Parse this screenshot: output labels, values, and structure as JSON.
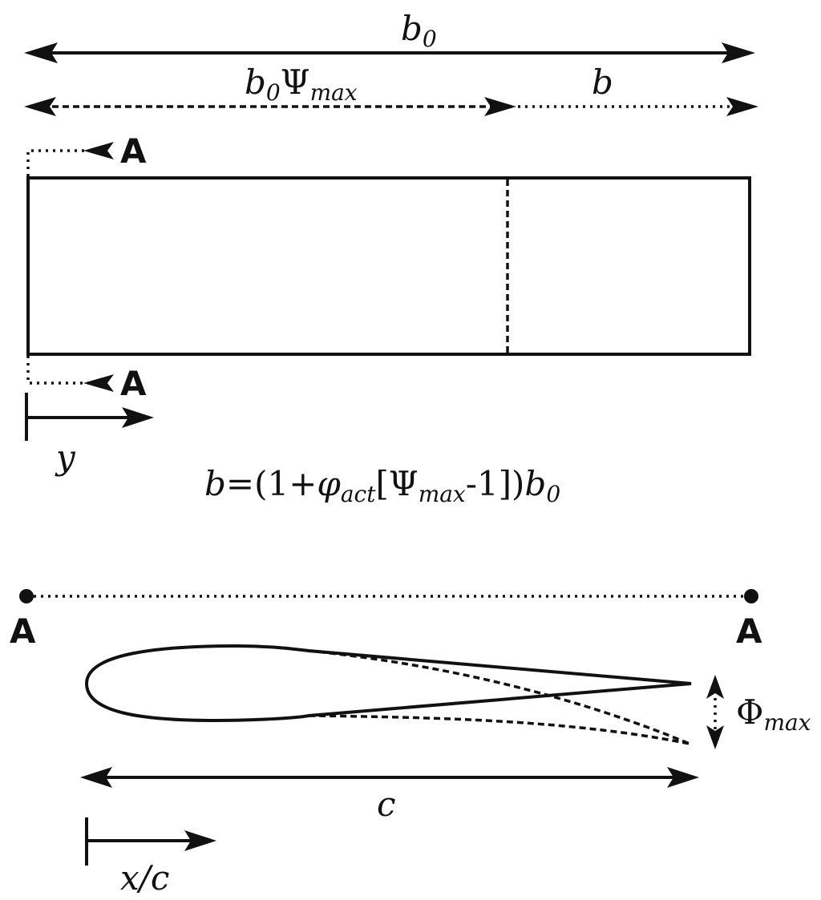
{
  "labels": {
    "total_span": {
      "base": "b",
      "sub": "0"
    },
    "span_fraction": {
      "base": "b",
      "sub0": "0",
      "greek": "Ψ",
      "sub": "max"
    },
    "extension": {
      "base": "b"
    },
    "section_marker": "A",
    "spanwise_axis": "y",
    "span_equation": {
      "lhs": "b",
      "eq_open": "=(1+",
      "phi": "φ",
      "phi_sub": "act",
      "bracket_open": "[",
      "psi": "Ψ",
      "psi_sub": "max",
      "minus_one": "-1])",
      "tail": "b",
      "tail_sub": "0"
    },
    "chord": "c",
    "chordwise_axis": "x/c",
    "twist": {
      "greek": "Φ",
      "sub": "max"
    }
  }
}
